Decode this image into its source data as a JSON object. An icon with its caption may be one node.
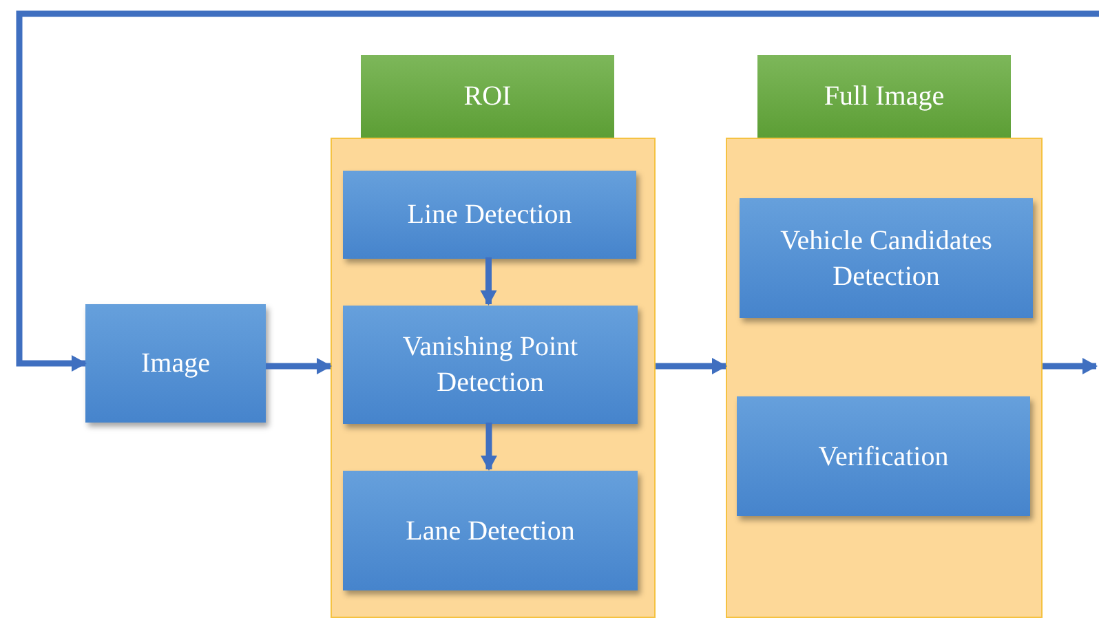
{
  "diagram": {
    "nodes": [
      {
        "text": [
          "Image"
        ]
      },
      {
        "text": [
          "ROI"
        ]
      },
      {
        "text": [],
        "shape": "box"
      },
      {
        "text": [
          "Line Detection"
        ],
        "in": 2
      },
      {
        "text": [
          "Vanishing Point Detection"
        ],
        "in": 2
      },
      {
        "text": [
          "Lane Detection"
        ],
        "in": 2
      },
      {
        "text": [
          "Full Image"
        ]
      },
      {
        "text": [],
        "shape": "box"
      },
      {
        "text": [
          "Vehicle Candidates Detection"
        ],
        "in": 7
      },
      {
        "text": [
          "Verification"
        ],
        "in": 7
      }
    ],
    "edges": [
      {
        "from": null,
        "to": 0,
        "arrow": "to"
      },
      {
        "from": 0,
        "to": 2,
        "arrow": "to"
      },
      {
        "from": 3,
        "to": 4,
        "arrow": "to"
      },
      {
        "from": 4,
        "to": 5,
        "arrow": "to"
      },
      {
        "from": 2,
        "to": 7,
        "arrow": "to"
      },
      {
        "from": 7,
        "to": null,
        "arrow": "to"
      }
    ]
  }
}
